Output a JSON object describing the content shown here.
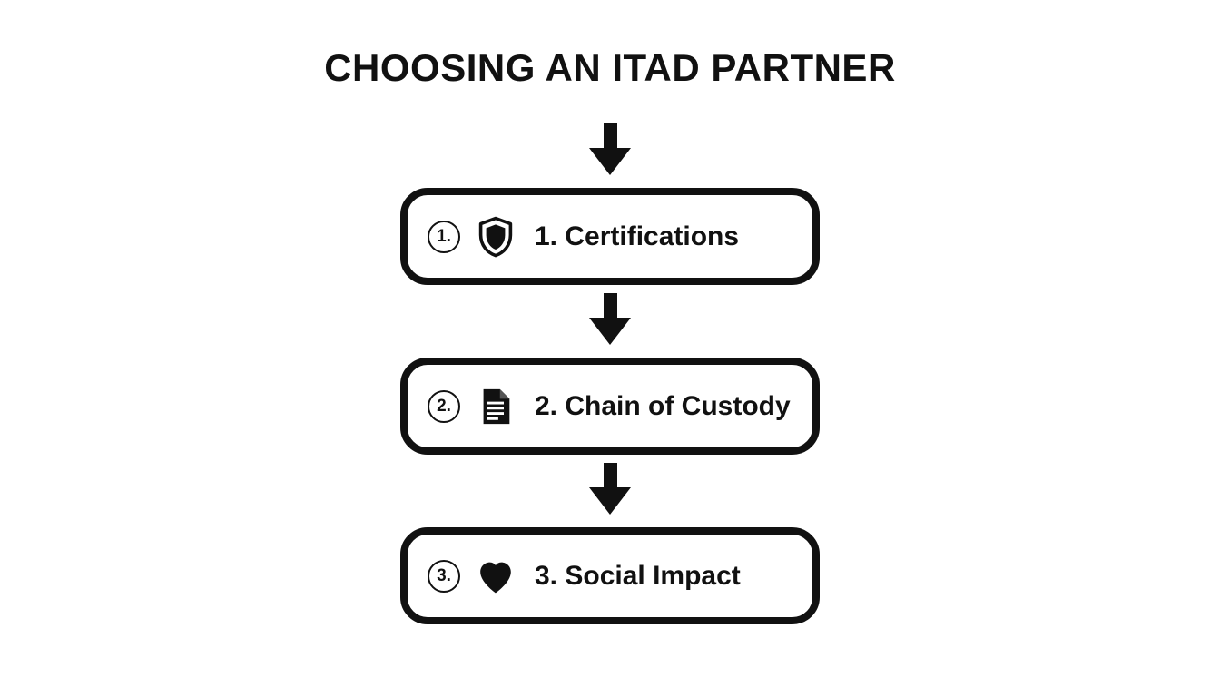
{
  "title": "CHOOSING AN ITAD PARTNER",
  "steps": [
    {
      "number": "1.",
      "icon": "shield-icon",
      "label": "1. Certifications"
    },
    {
      "number": "2.",
      "icon": "document-icon",
      "label": "2. Chain of Custody"
    },
    {
      "number": "3.",
      "icon": "heart-icon",
      "label": "3. Social Impact"
    }
  ],
  "colors": {
    "ink": "#111111",
    "background": "#ffffff"
  }
}
